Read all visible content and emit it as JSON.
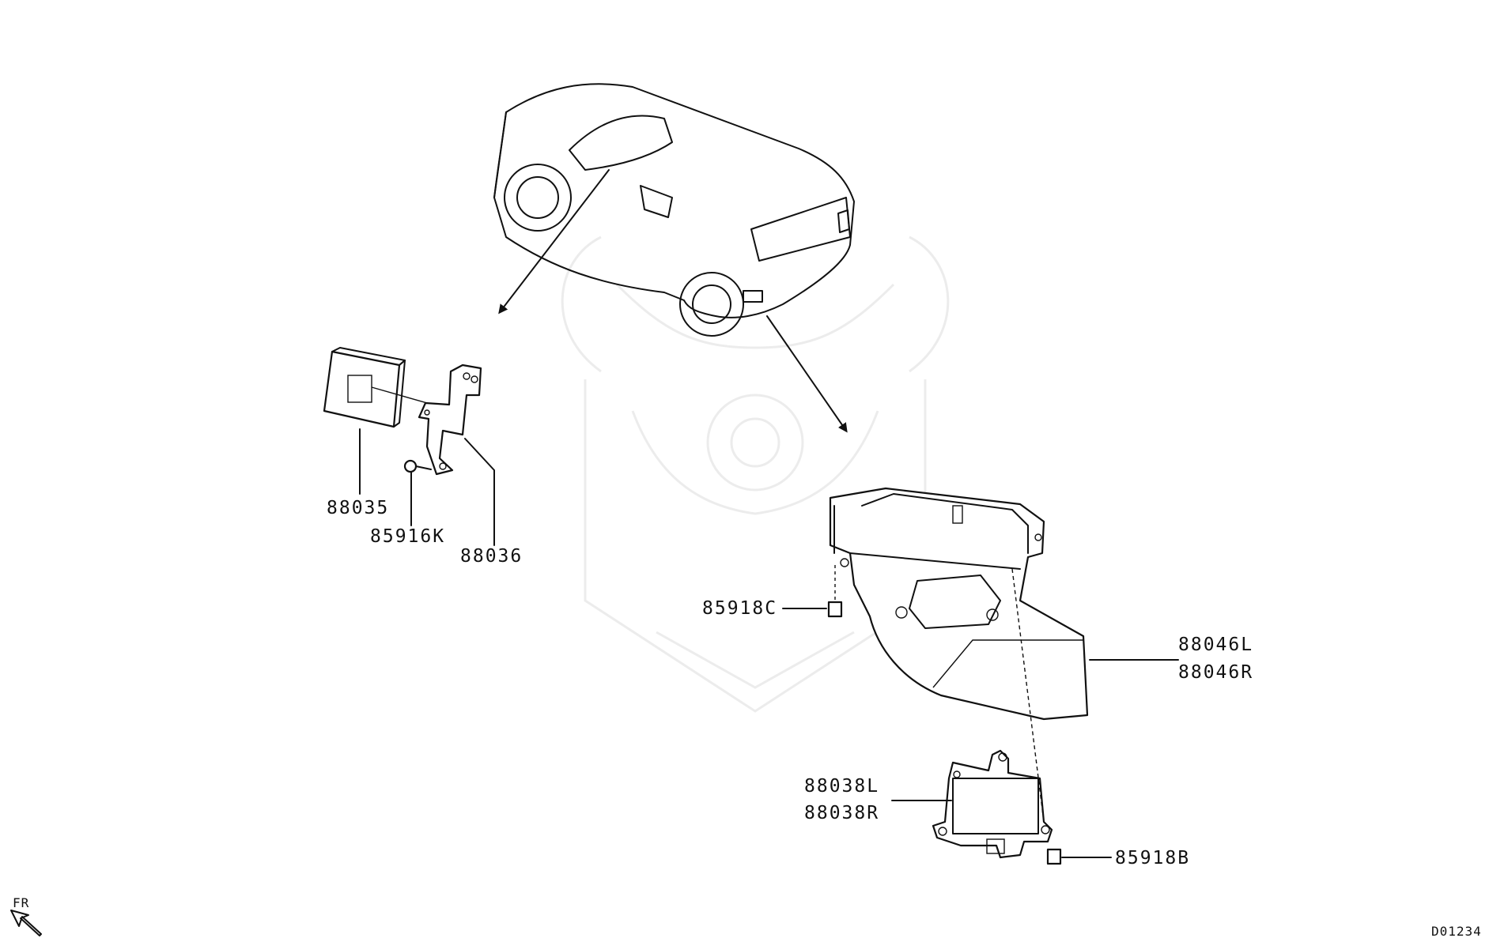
{
  "diagram": {
    "labels": {
      "p88035": "88035",
      "p85916K": "85916K",
      "p88036": "88036",
      "p85918C": "85918C",
      "p88046L": "88046L",
      "p88046R": "88046R",
      "p88038L": "88038L",
      "p88038R": "88038R",
      "p85918B": "85918B"
    },
    "front_indicator": "FR",
    "diagram_code": "D01234"
  }
}
